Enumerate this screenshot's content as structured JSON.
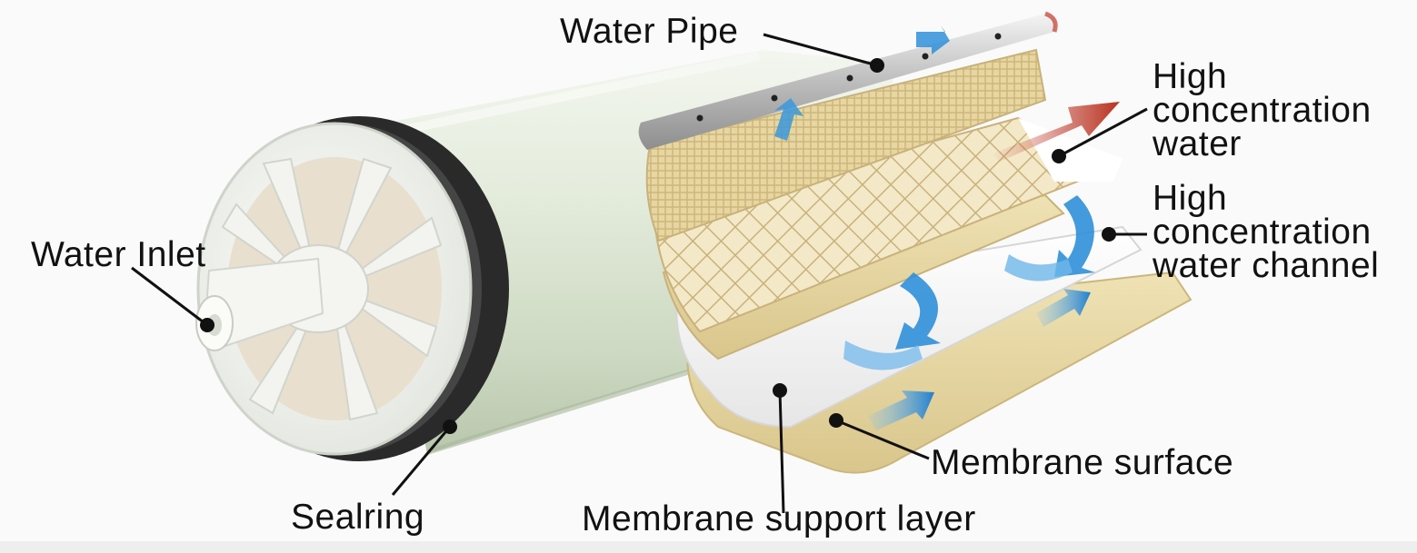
{
  "labels": {
    "water_pipe": "Water Pipe",
    "water_inlet": "Water Inlet",
    "sealring": "Sealring",
    "high_conc_water": [
      "High",
      "concentration",
      "water"
    ],
    "high_conc_channel": [
      "High",
      "concentration",
      "water channel"
    ],
    "membrane_surface": "Membrane surface",
    "membrane_support_layer": "Membrane support layer"
  },
  "colors": {
    "leader_line": "#111111",
    "tube_body": "#dfe8d6",
    "end_cap": "#f1f3ee",
    "seal_ring": "#2b2b2b",
    "membrane_tan": "#e8d9a6",
    "flow_arrow_blue": "#2f8fd8",
    "outlet_arrow_red": "#c0392b"
  }
}
